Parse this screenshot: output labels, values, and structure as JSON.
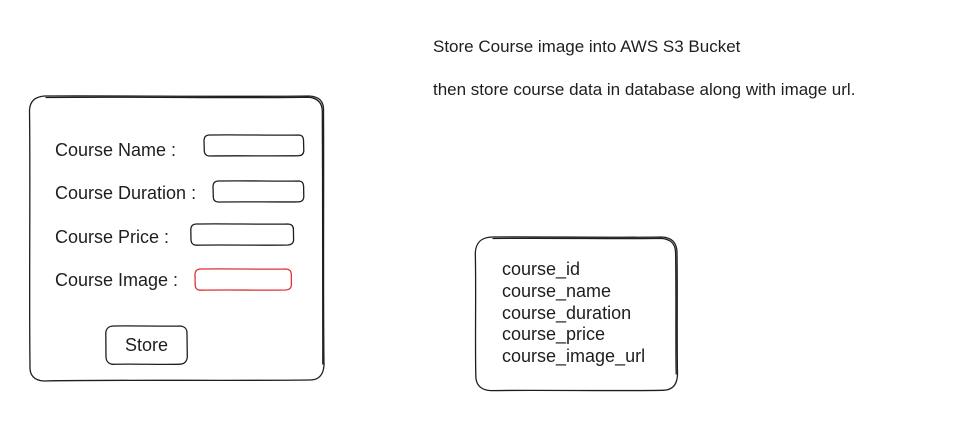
{
  "notes": {
    "line1": "Store Course image into AWS S3 Bucket",
    "line2": "then store course data in database along with image url."
  },
  "form": {
    "fields": [
      {
        "label": "Course Name :"
      },
      {
        "label": "Course Duration :"
      },
      {
        "label": "Course Price :"
      },
      {
        "label": "Course Image :"
      }
    ],
    "store_label": "Store"
  },
  "table": {
    "columns": [
      "course_id",
      "course_name",
      "course_duration",
      "course_price",
      "course_image_url"
    ]
  },
  "colors": {
    "stroke": "#1e1e1e",
    "image_field_stroke": "#e03131"
  }
}
